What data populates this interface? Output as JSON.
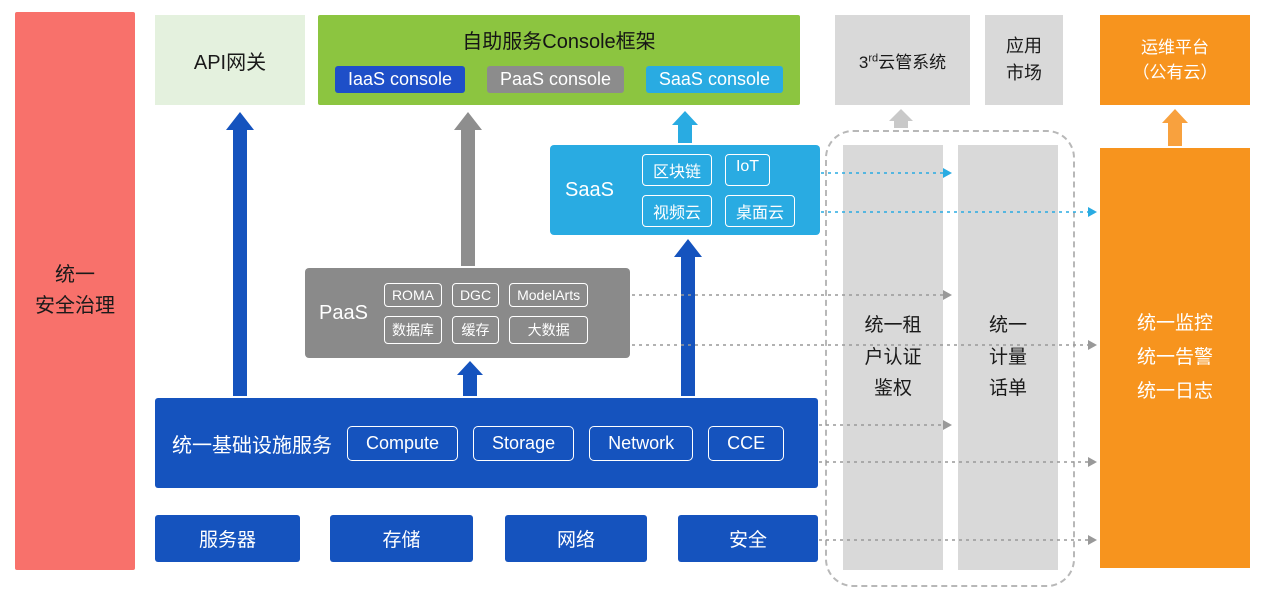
{
  "colors": {
    "security_red": "#F8716B",
    "api_light_green": "#E4F1DE",
    "console_green": "#8CC540",
    "blue": "#1553BE",
    "iaas_console_blue": "#1E4FC8",
    "gray": "#8A8A8A",
    "light_gray": "#D9D9D9",
    "cyan": "#29ABE2",
    "orange": "#F7941E"
  },
  "security_bar": {
    "label": "统一\n安全治理"
  },
  "api_gateway": {
    "label": "API网关"
  },
  "console": {
    "title": "自助服务Console框架",
    "buttons": [
      {
        "label": "IaaS console"
      },
      {
        "label": "PaaS console"
      },
      {
        "label": "SaaS console"
      }
    ]
  },
  "third_party": {
    "prefix": "3",
    "sup": "rd",
    "suffix": "云管系统"
  },
  "app_market": {
    "label": "应用\n市场"
  },
  "om_platform": {
    "label": "运维平台\n（公有云）"
  },
  "saas": {
    "label": "SaaS",
    "chips": [
      "区块链",
      "IoT",
      "视频云",
      "桌面云"
    ]
  },
  "paas": {
    "label": "PaaS",
    "chips": [
      "ROMA",
      "DGC",
      "ModelArts",
      "数据库",
      "缓存",
      "大数据"
    ]
  },
  "iaas": {
    "label": "统一基础设施服务",
    "chips": [
      "Compute",
      "Storage",
      "Network",
      "CCE"
    ]
  },
  "bottom_row": {
    "items": [
      "服务器",
      "存储",
      "网络",
      "安全"
    ]
  },
  "auth_bar": {
    "label": "统一租\n户认证\n鉴权"
  },
  "metering_bar": {
    "label": "统一\n计量\n话单"
  },
  "monitor_box": {
    "label": "统一监控\n统一告警\n统一日志"
  }
}
